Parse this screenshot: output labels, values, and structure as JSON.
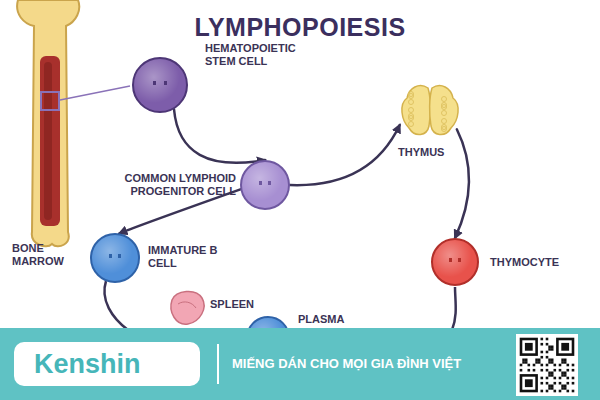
{
  "diagram": {
    "title": "LYMPHOPOIESIS",
    "nodes": [
      {
        "text": [
          "HEMATOPOIETIC STEM CELL"
        ]
      },
      {
        "text": [
          "COMMON LYMPHOID PROGENITOR CELL"
        ]
      },
      {
        "text": [
          "IMMATURE B CELL"
        ]
      },
      {
        "text": [
          "THYMUS"
        ]
      },
      {
        "text": [
          "THYMOCYTE"
        ]
      },
      {
        "text": [
          "PLASMA"
        ]
      }
    ],
    "edges": [
      {
        "from": 0,
        "to": 1,
        "arrow": "to"
      },
      {
        "from": 1,
        "to": 3,
        "arrow": "to"
      },
      {
        "from": 1,
        "to": 2,
        "arrow": "to"
      },
      {
        "from": 3,
        "to": 4,
        "arrow": "to"
      }
    ],
    "labels": [
      "BONE MARROW",
      "SPLEEN",
      "Kenshin",
      "MIẾNG DÁN CHO MỌI GIA ĐÌNH VIỆT"
    ]
  }
}
